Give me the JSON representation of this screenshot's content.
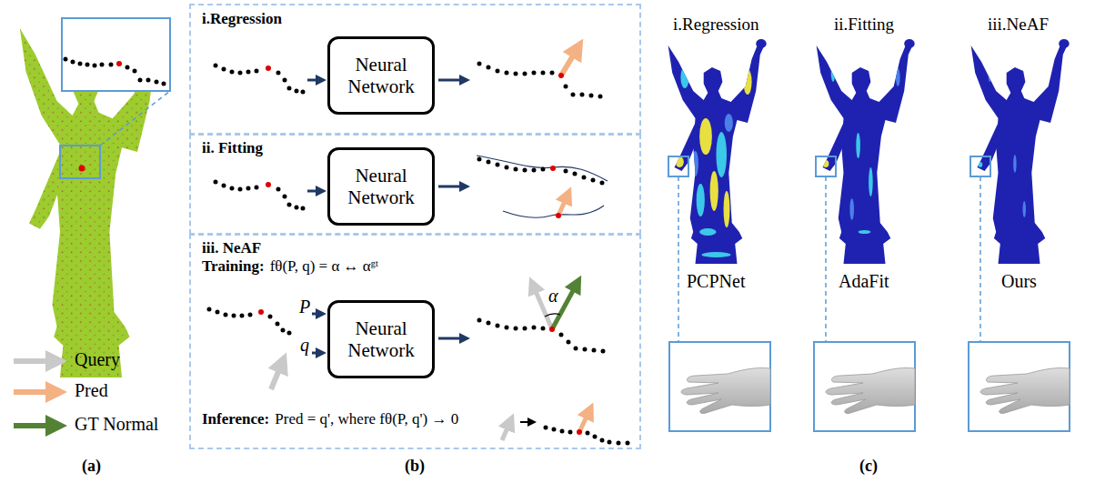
{
  "diagram": {
    "nodes": [
      {
        "text": [
          "i.Regression"
        ]
      },
      {
        "text": [
          "Neural Network"
        ],
        "in": 0
      },
      {
        "text": [
          "ii. Fitting"
        ]
      },
      {
        "text": [
          "Neural Network"
        ],
        "in": 2
      },
      {
        "text": [
          "iii. NeAF",
          "Training:",
          "fθ(P, q) = α ↔ αᵍᵗ",
          "Inference:",
          "Pred = q', where fθ(P, q') → 0"
        ]
      },
      {
        "text": [
          "Neural Network"
        ],
        "in": 4
      }
    ],
    "labels": [
      "(a)",
      "(b)",
      "(c)",
      "P",
      "q",
      "α",
      "i.Regression",
      "ii.Fitting",
      "iii.NeAF",
      "PCPNet",
      "AdaFit",
      "Ours"
    ],
    "legend": [
      {
        "text": "Query"
      },
      {
        "text": "Pred"
      },
      {
        "text": "GT Normal"
      }
    ]
  }
}
